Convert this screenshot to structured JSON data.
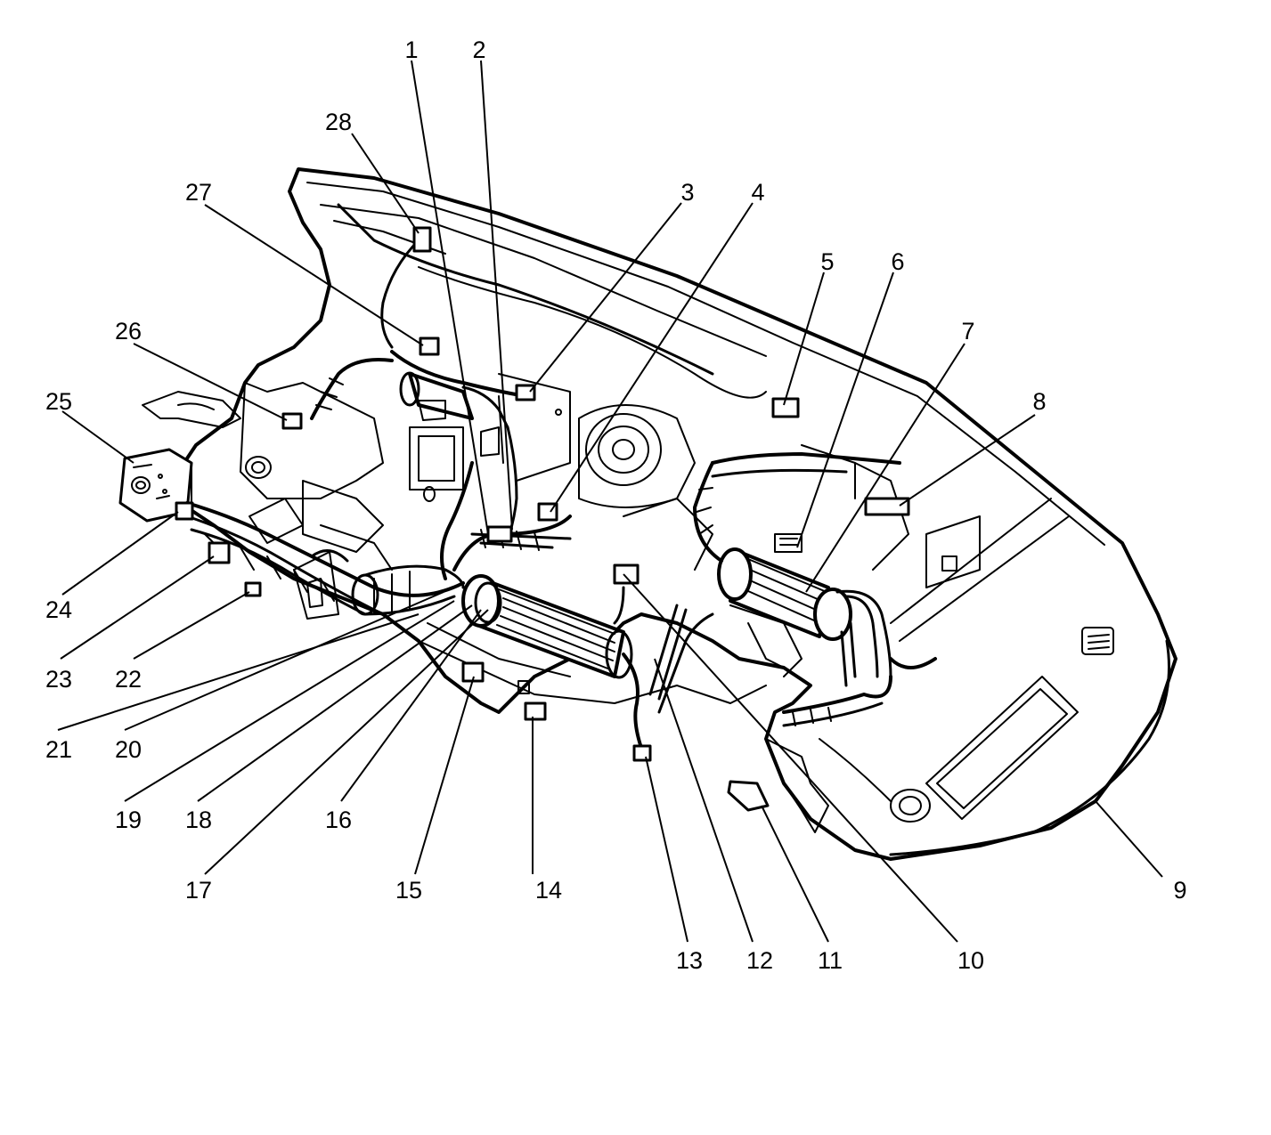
{
  "diagram": {
    "callouts": [
      {
        "id": "1",
        "label": "1"
      },
      {
        "id": "2",
        "label": "2"
      },
      {
        "id": "3",
        "label": "3"
      },
      {
        "id": "4",
        "label": "4"
      },
      {
        "id": "5",
        "label": "5"
      },
      {
        "id": "6",
        "label": "6"
      },
      {
        "id": "7",
        "label": "7"
      },
      {
        "id": "8",
        "label": "8"
      },
      {
        "id": "9",
        "label": "9"
      },
      {
        "id": "10",
        "label": "10"
      },
      {
        "id": "11",
        "label": "11"
      },
      {
        "id": "12",
        "label": "12"
      },
      {
        "id": "13",
        "label": "13"
      },
      {
        "id": "14",
        "label": "14"
      },
      {
        "id": "15",
        "label": "15"
      },
      {
        "id": "16",
        "label": "16"
      },
      {
        "id": "17",
        "label": "17"
      },
      {
        "id": "18",
        "label": "18"
      },
      {
        "id": "19",
        "label": "19"
      },
      {
        "id": "20",
        "label": "20"
      },
      {
        "id": "21",
        "label": "21"
      },
      {
        "id": "22",
        "label": "22"
      },
      {
        "id": "23",
        "label": "23"
      },
      {
        "id": "24",
        "label": "24"
      },
      {
        "id": "25",
        "label": "25"
      },
      {
        "id": "26",
        "label": "26"
      },
      {
        "id": "27",
        "label": "27"
      },
      {
        "id": "28",
        "label": "28"
      }
    ]
  }
}
